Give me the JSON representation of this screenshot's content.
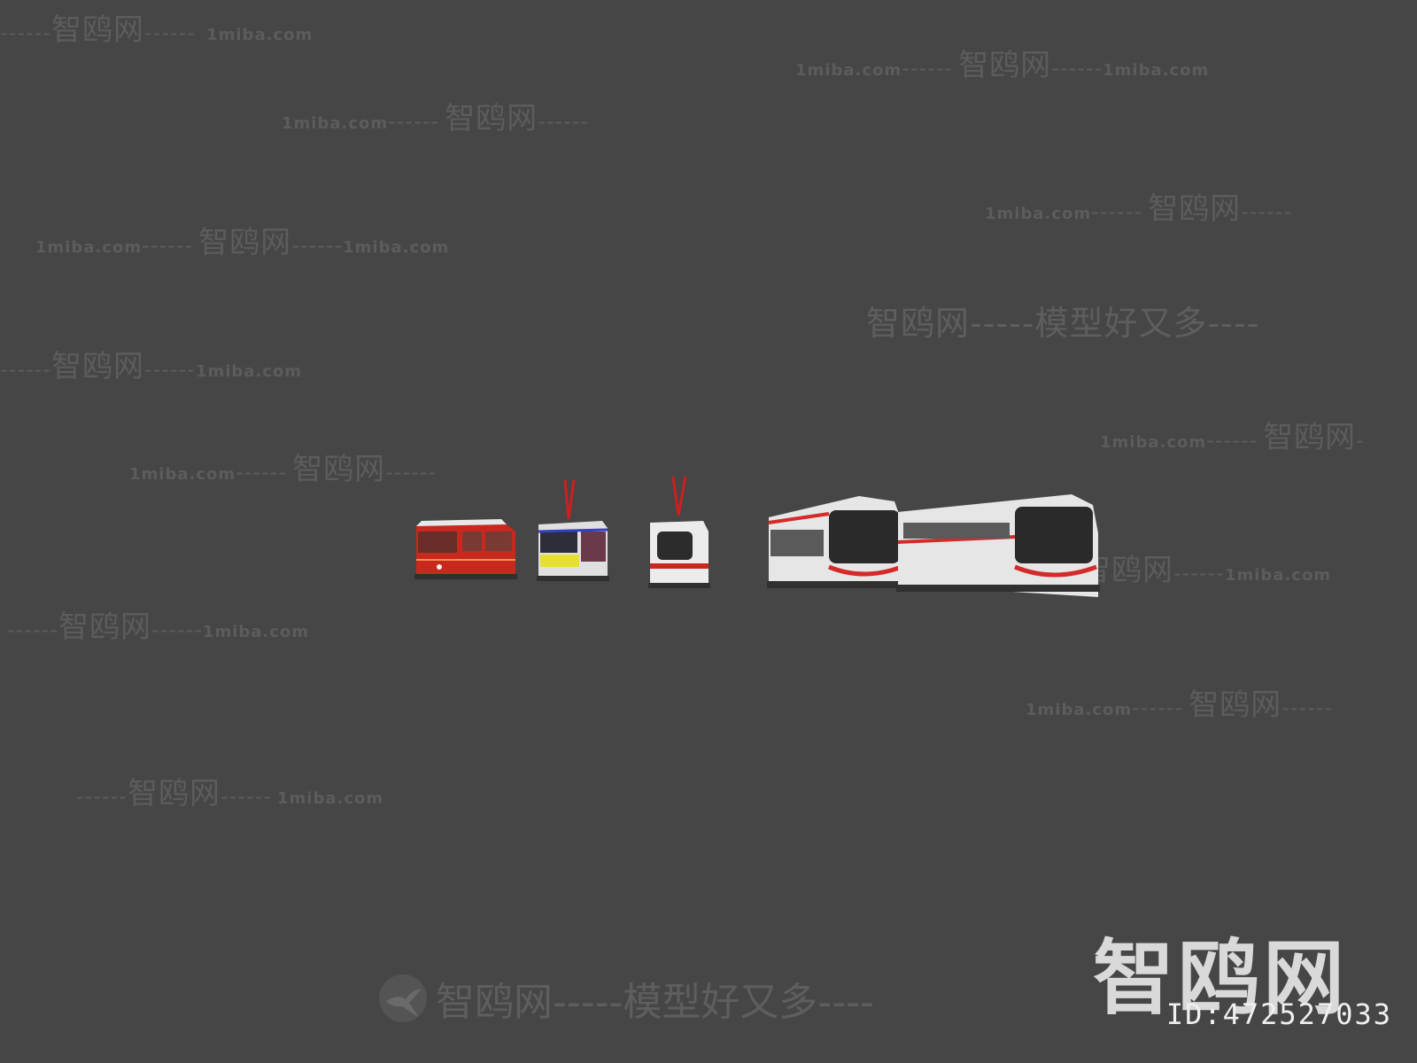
{
  "watermark": {
    "cn": "智鸥网",
    "url": "1miba.com",
    "dashes": "------",
    "slogan_cn": "智鸥网-----模型好又多----"
  },
  "brand": {
    "logo_text": "智鸥网",
    "id_text": "ID:472527033"
  },
  "vehicles": [
    {
      "name": "peak-tram",
      "body_color": "#c8281e"
    },
    {
      "name": "light-rail-old",
      "body_color": "#e0e0e0",
      "accent": "#e8e030"
    },
    {
      "name": "light-rail-new",
      "body_color": "#ececec",
      "accent": "#c8281e"
    },
    {
      "name": "metro-train-front",
      "body_color": "#e6e6e6",
      "accent": "#d42a2a"
    },
    {
      "name": "metro-train-rear",
      "body_color": "#e6e6e6",
      "accent": "#d42a2a"
    }
  ],
  "colors": {
    "background": "#464646",
    "watermark": "#5c5c5c"
  }
}
